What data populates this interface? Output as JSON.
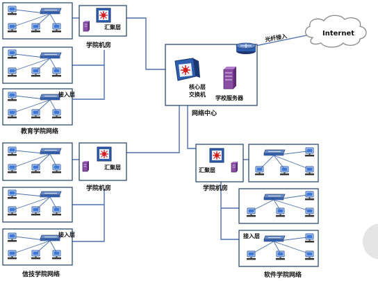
{
  "labels": {
    "internet": "Internet",
    "fiber": "光纤接入",
    "core_switch_line1": "核心层",
    "core_switch_line2": "交换机",
    "school_server": "学校服务器",
    "network_center": "网络中心",
    "agg_top": "汇聚层",
    "agg_mid": "汇聚层",
    "agg_right": "汇聚层",
    "room_top": "学院机房",
    "room_mid": "学院机房",
    "room_right": "学院机房",
    "access_top": "接入层",
    "access_bottom_left": "接入层",
    "access_bottom_right": "接入层",
    "edu_network": "教育学院网络",
    "info_network": "信技学院网络",
    "soft_network": "软件学院网络"
  },
  "colors": {
    "box_border": "#2c4a78",
    "link": "#4a6fb0",
    "switch_blue": "#2f5db0",
    "core_red": "#d21f1f",
    "server_purple": "#8a4fa3"
  }
}
